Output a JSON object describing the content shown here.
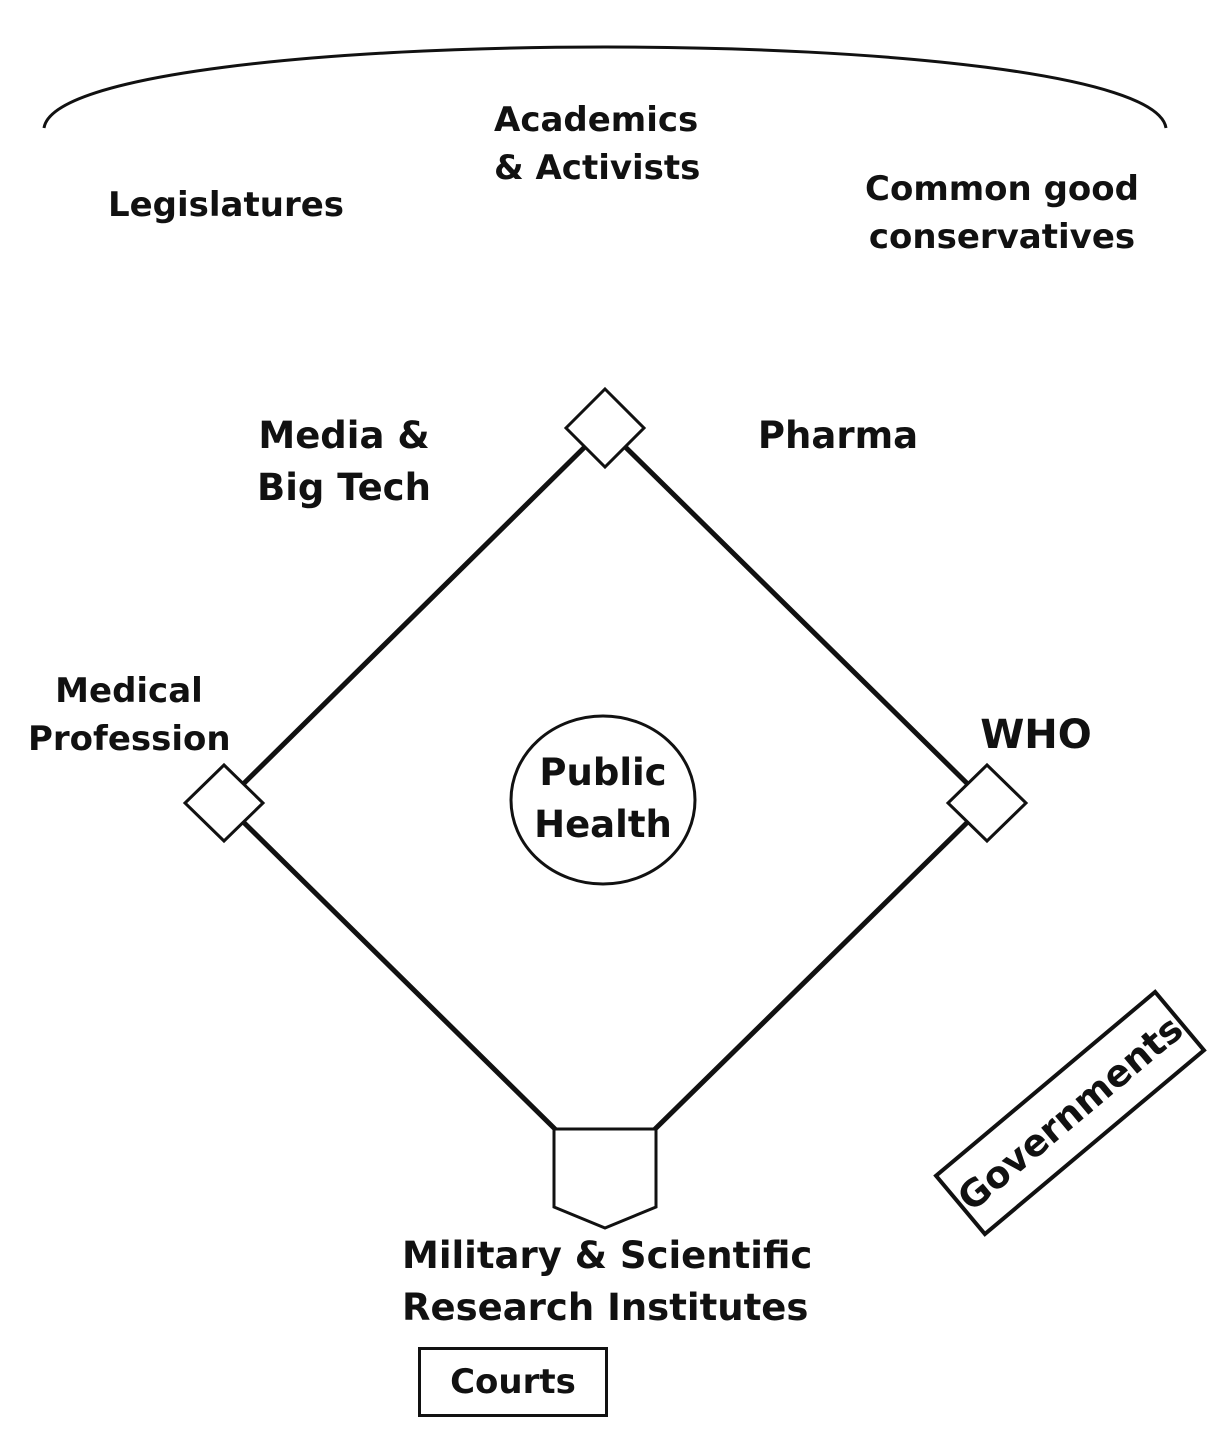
{
  "labels": {
    "academics": [
      "Academics",
      "& Activists"
    ],
    "legislatures": "Legislatures",
    "common_good": [
      "Common good",
      "conservatives"
    ],
    "media": [
      "Media &",
      "Big Tech"
    ],
    "pharma": "Pharma",
    "medical": [
      "Medical",
      "Profession"
    ],
    "who": "WHO",
    "center": [
      "Public",
      "Health"
    ],
    "home": [
      "Military & Scientific",
      "Research Institutes"
    ],
    "courts": "Courts",
    "governments": "Governments"
  },
  "colors": {
    "line": "#111111",
    "fill": "#ffffff"
  }
}
